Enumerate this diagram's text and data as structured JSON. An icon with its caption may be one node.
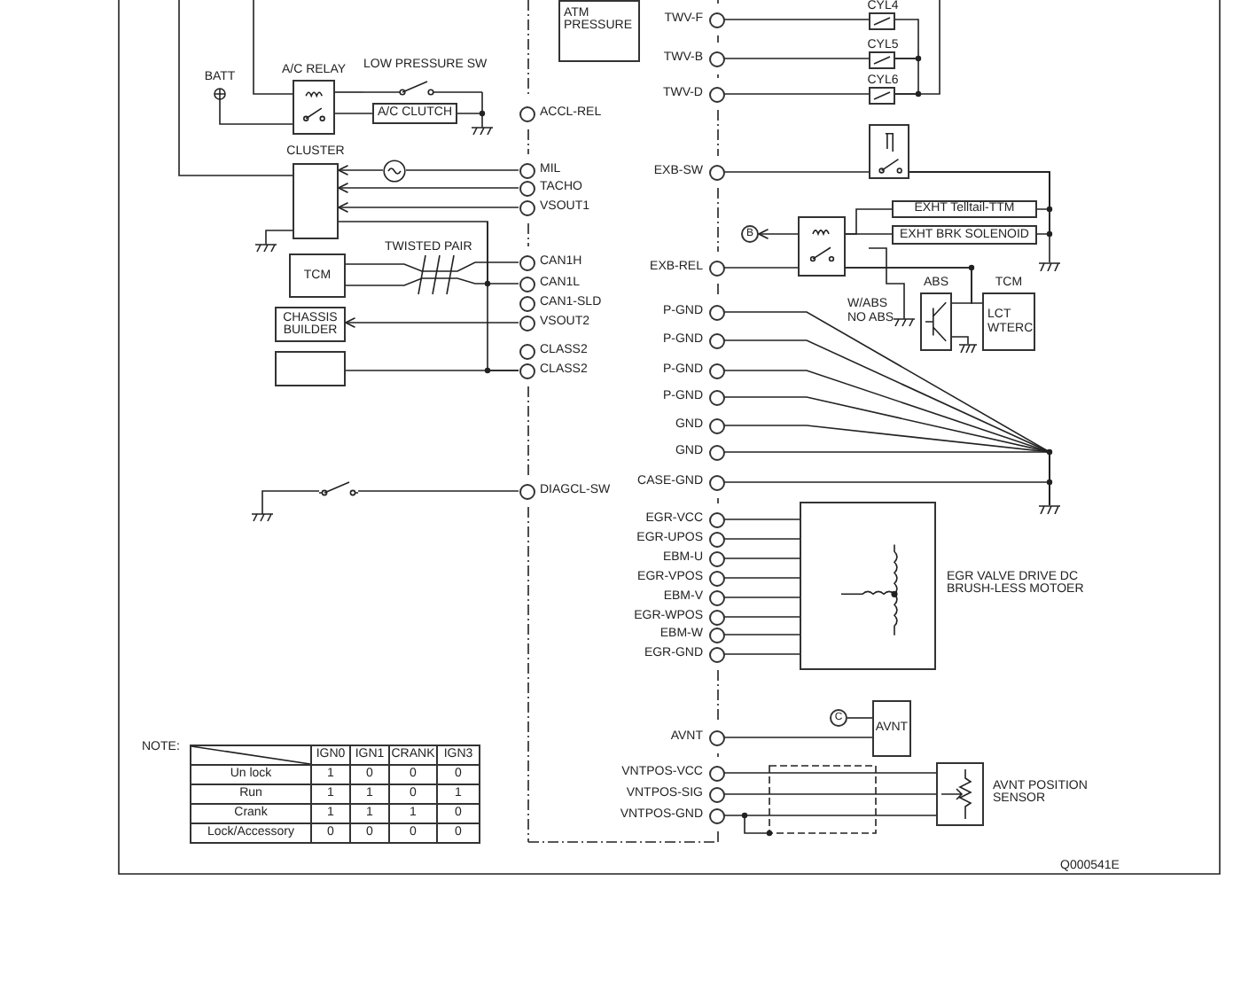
{
  "diagram": {
    "nodes": [
      {
        "text": [
          "ATM PRESSURE"
        ]
      },
      {
        "text": [
          "BATT"
        ]
      },
      {
        "text": [
          "A/C RELAY"
        ]
      },
      {
        "text": [
          "LOW PRESSURE SW"
        ]
      },
      {
        "text": [
          "A/C CLUTCH"
        ]
      },
      {
        "text": [
          "CLUSTER"
        ]
      },
      {
        "text": [],
        "shape": "circle"
      },
      {
        "text": [
          "TCM"
        ]
      },
      {
        "text": [
          "CHASSIS BUILDER"
        ]
      },
      {
        "text": [],
        "shape": "box"
      },
      {
        "text": [
          "CYL4"
        ]
      },
      {
        "text": [
          "CYL5"
        ]
      },
      {
        "text": [
          "CYL6"
        ]
      },
      {
        "text": [],
        "shape": "box"
      },
      {
        "text": [],
        "shape": "box"
      },
      {
        "text": [
          "B"
        ]
      },
      {
        "text": [
          "EXHT Telltail-TTM"
        ]
      },
      {
        "text": [
          "EXHT BRK SOLENOID"
        ]
      },
      {
        "text": [
          "ABS"
        ]
      },
      {
        "text": [
          "TCM",
          "LCT WTERC"
        ]
      },
      {
        "text": [],
        "shape": "box",
        "beside": [
          "EGR VALVE DRIVE DC BRUSH-LESS MOTOER"
        ]
      },
      {
        "text": [
          "C"
        ]
      },
      {
        "text": [
          "AVNT"
        ]
      },
      {
        "text": [],
        "shape": "box",
        "beside": [
          "AVNT POSITION SENSOR"
        ]
      },
      {
        "text": [],
        "shape": "switch"
      },
      {
        "text": [
          "ACCL-REL"
        ]
      },
      {
        "text": [
          "MIL"
        ]
      },
      {
        "text": [
          "TACHO"
        ]
      },
      {
        "text": [
          "VSOUT1"
        ]
      },
      {
        "text": [
          "CAN1H"
        ]
      },
      {
        "text": [
          "CAN1L"
        ]
      },
      {
        "text": [
          "CAN1-SLD"
        ]
      },
      {
        "text": [
          "VSOUT2"
        ]
      },
      {
        "text": [
          "CLASS2"
        ]
      },
      {
        "text": [
          "CLASS2"
        ]
      },
      {
        "text": [
          "DIAGCL-SW"
        ]
      },
      {
        "text": [
          "TWV-F"
        ]
      },
      {
        "text": [
          "TWV-B"
        ]
      },
      {
        "text": [
          "TWV-D"
        ]
      },
      {
        "text": [
          "EXB-SW"
        ]
      },
      {
        "text": [
          "EXB-REL"
        ]
      },
      {
        "text": [
          "P-GND"
        ]
      },
      {
        "text": [
          "P-GND"
        ]
      },
      {
        "text": [
          "P-GND"
        ]
      },
      {
        "text": [
          "P-GND"
        ]
      },
      {
        "text": [
          "GND"
        ]
      },
      {
        "text": [
          "GND"
        ]
      },
      {
        "text": [
          "CASE-GND"
        ]
      },
      {
        "text": [
          "EGR-VCC"
        ]
      },
      {
        "text": [
          "EGR-UPOS"
        ]
      },
      {
        "text": [
          "EBM-U"
        ]
      },
      {
        "text": [
          "EGR-VPOS"
        ]
      },
      {
        "text": [
          "EBM-V"
        ]
      },
      {
        "text": [
          "EGR-WPOS"
        ]
      },
      {
        "text": [
          "EBM-W"
        ]
      },
      {
        "text": [
          "EGR-GND"
        ]
      },
      {
        "text": [
          "AVNT"
        ]
      },
      {
        "text": [
          "VNTPOS-VCC"
        ]
      },
      {
        "text": [
          "VNTPOS-SIG"
        ]
      },
      {
        "text": [
          "VNTPOS-GND"
        ]
      },
      {
        "text": [],
        "shape": "ground"
      },
      {
        "text": [],
        "shape": "ground"
      },
      {
        "text": [],
        "shape": "ground"
      }
    ],
    "edges": [
      {
        "from": 1,
        "to": 2,
        "arrow": "none"
      },
      {
        "from": 2,
        "to": 4,
        "arrow": "none"
      },
      {
        "from": 2,
        "to": 3,
        "arrow": "none"
      },
      {
        "from": null,
        "to": 2,
        "arrow": "none"
      },
      {
        "from": null,
        "to": 5,
        "arrow": "none"
      },
      {
        "from": 26,
        "to": 6,
        "arrow": "none"
      },
      {
        "from": 6,
        "to": 5,
        "arrow": "to"
      },
      {
        "from": 27,
        "to": 5,
        "arrow": "to"
      },
      {
        "from": 28,
        "to": 5,
        "arrow": "to"
      },
      {
        "from": 7,
        "to": 29,
        "arrow": "none",
        "label": "TWISTED PAIR"
      },
      {
        "from": 7,
        "to": 30,
        "arrow": "none"
      },
      {
        "from": 32,
        "to": 8,
        "arrow": "to"
      },
      {
        "from": 9,
        "to": 34,
        "arrow": "none"
      },
      {
        "from": 5,
        "to": 34,
        "arrow": "none"
      },
      {
        "from": 24,
        "to": 35,
        "arrow": "none"
      },
      {
        "from": 36,
        "to": 10,
        "arrow": "none"
      },
      {
        "from": 37,
        "to": 11,
        "arrow": "none"
      },
      {
        "from": 38,
        "to": 12,
        "arrow": "none"
      },
      {
        "from": 39,
        "to": 13,
        "arrow": "none"
      },
      {
        "from": 40,
        "to": 14,
        "arrow": "none"
      },
      {
        "from": 14,
        "to": 15,
        "arrow": "to"
      },
      {
        "from": 14,
        "to": 16,
        "arrow": "none"
      },
      {
        "from": 14,
        "to": 17,
        "arrow": "none"
      },
      {
        "from": 13,
        "to": 16,
        "arrow": "none"
      },
      {
        "from": 13,
        "to": 17,
        "arrow": "none"
      },
      {
        "from": 14,
        "to": 18,
        "arrow": "none"
      },
      {
        "from": 14,
        "to": 19,
        "arrow": "none"
      },
      {
        "from": 48,
        "to": 20,
        "arrow": "none"
      },
      {
        "from": 49,
        "to": 20,
        "arrow": "none"
      },
      {
        "from": 50,
        "to": 20,
        "arrow": "none"
      },
      {
        "from": 51,
        "to": 20,
        "arrow": "none"
      },
      {
        "from": 52,
        "to": 20,
        "arrow": "none"
      },
      {
        "from": 53,
        "to": 20,
        "arrow": "none"
      },
      {
        "from": 54,
        "to": 20,
        "arrow": "none"
      },
      {
        "from": 55,
        "to": 20,
        "arrow": "none"
      },
      {
        "from": 56,
        "to": 22,
        "arrow": "none"
      },
      {
        "from": 21,
        "to": 22,
        "arrow": "none"
      },
      {
        "from": 57,
        "to": 23,
        "arrow": "none"
      },
      {
        "from": 58,
        "to": 23,
        "arrow": "none"
      },
      {
        "from": 59,
        "to": 23,
        "arrow": "none"
      },
      {
        "from": 3,
        "to": 4,
        "arrow": "none"
      },
      {
        "from": 10,
        "to": 11,
        "arrow": "none"
      },
      {
        "from": 11,
        "to": 12,
        "arrow": "none"
      },
      {
        "from": 12,
        "to": null,
        "arrow": "none"
      },
      {
        "from": 13,
        "to": 60,
        "arrow": "none"
      },
      {
        "from": 18,
        "to": 61,
        "arrow": "none"
      },
      {
        "from": 41,
        "to": 62,
        "arrow": "none"
      },
      {
        "from": 42,
        "to": 62,
        "arrow": "none"
      },
      {
        "from": 43,
        "to": 62,
        "arrow": "none"
      },
      {
        "from": 44,
        "to": 62,
        "arrow": "none"
      },
      {
        "from": 45,
        "to": 62,
        "arrow": "none"
      },
      {
        "from": 46,
        "to": 62,
        "arrow": "none"
      },
      {
        "from": 47,
        "to": 62,
        "arrow": "none"
      }
    ],
    "labels": [
      "W/ABS",
      "NO ABS",
      "NOTE:",
      "IGN0",
      "IGN1",
      "CRANK",
      "IGN3",
      "Un lock",
      "1",
      "0",
      "0",
      "0",
      "Run",
      "1",
      "1",
      "0",
      "1",
      "Crank",
      "1",
      "1",
      "1",
      "0",
      "Lock/Accessory",
      "0",
      "0",
      "0",
      "0",
      "Q000541E"
    ]
  }
}
